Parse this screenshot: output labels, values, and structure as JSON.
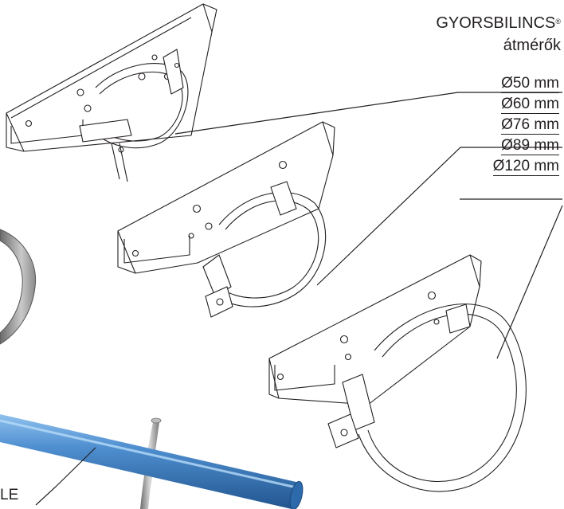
{
  "title": {
    "line1": "GYORSBILINCS",
    "mark": "®",
    "line2": "átmérők"
  },
  "sizes": [
    "Ø50 mm",
    "Ø60 mm",
    "Ø76 mm",
    "Ø89 mm",
    "Ø120 mm"
  ],
  "pipe_label": "LE",
  "colors": {
    "ink": "#231f20",
    "pipe_blue": "#3f7fc4",
    "pipe_highlight": "#8fc1ee",
    "steel_gray": "#9a9a9a"
  }
}
